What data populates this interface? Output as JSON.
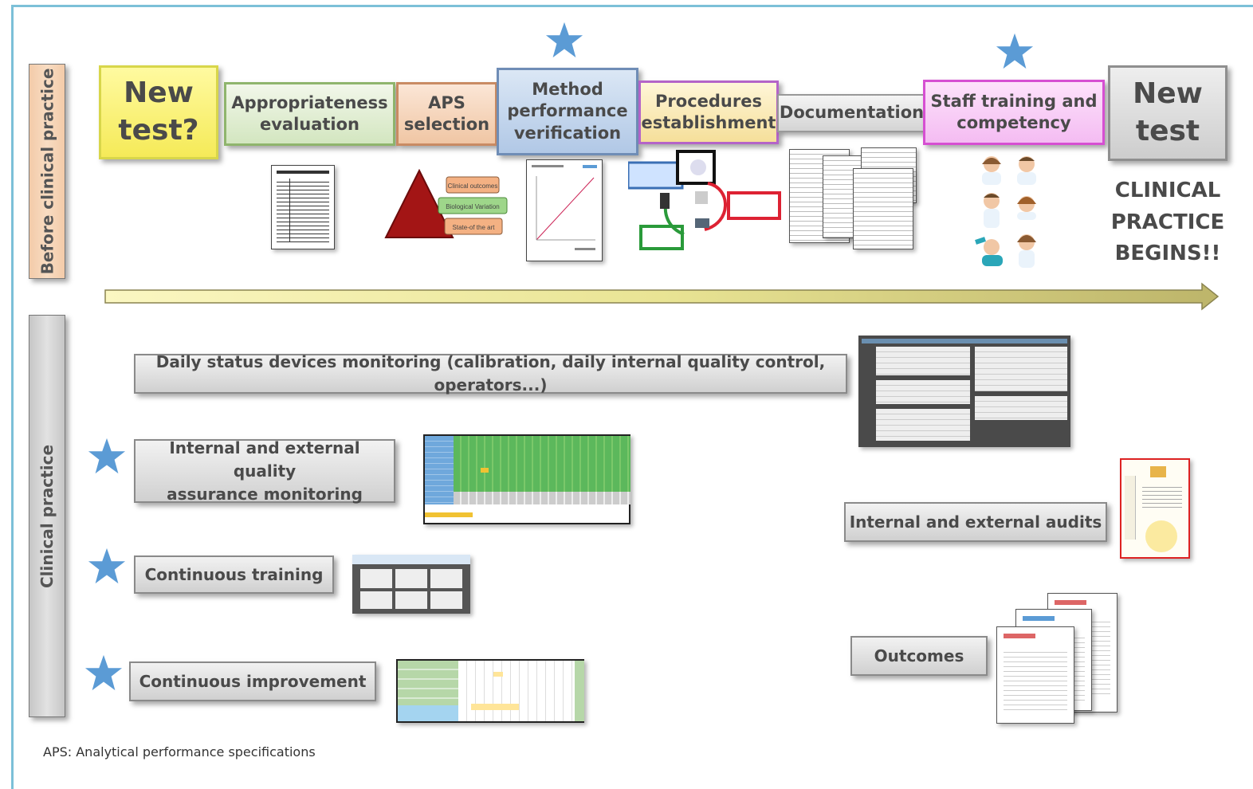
{
  "sidebar": {
    "before_label": "Before clinical practice",
    "clinical_label": "Clinical practice"
  },
  "steps": {
    "new_test_q": "New\ntest?",
    "appropriateness": "Appropriateness\nevaluation",
    "aps": "APS\nselection",
    "method": "Method\nperformance\nverification",
    "procedures": "Procedures\nestablishment",
    "documentation": "Documentation",
    "staff": "Staff training and\ncompetency",
    "new_test": "New\ntest"
  },
  "clinical_begins": "CLINICAL\nPRACTICE\nBEGINS!!",
  "aps_triangle_labels": [
    "Clinical outcomes",
    "Biological Variation",
    "State-of the art"
  ],
  "practice": {
    "daily": "Daily status devices monitoring (calibration, daily internal quality control, operators...)",
    "iqa": "Internal and external quality\nassurance monitoring",
    "continuous_training": "Continuous training",
    "continuous_improvement": "Continuous improvement",
    "audits": "Internal and external audits",
    "outcomes": "Outcomes"
  },
  "footnote": "APS: Analytical performance specifications",
  "colors": {
    "star": "#5b9bd5",
    "frame": "#7cc0d8",
    "arrow_start": "#fbf7c2",
    "arrow_end": "#bdb56a"
  }
}
